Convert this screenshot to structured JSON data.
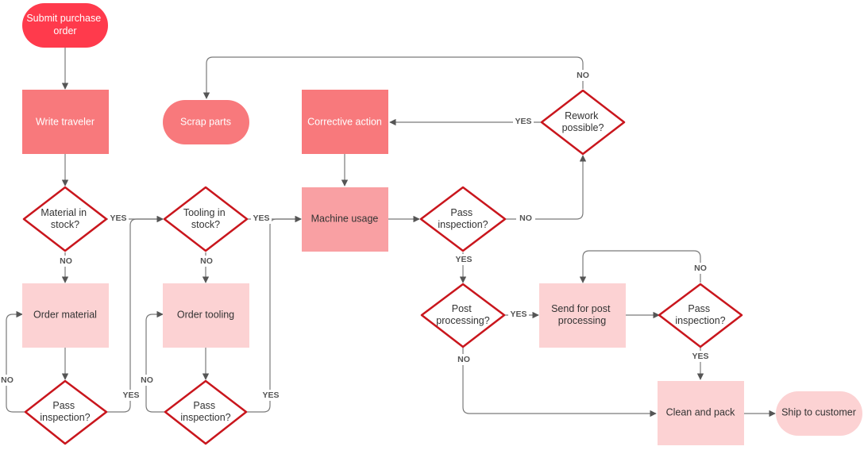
{
  "colors": {
    "terminal_start": "#ff3a4c",
    "process_dark": "#f8797c",
    "process_mid": "#f9a0a3",
    "process_light": "#fcd2d3",
    "decision_stroke": "#c9161d",
    "edge": "#7a7a7a"
  },
  "nodes": {
    "submit_po": [
      "Submit purchase",
      "order"
    ],
    "write_traveler": [
      "Write traveler"
    ],
    "material_in_stock": [
      "Material in",
      "stock?"
    ],
    "order_material": [
      "Order material"
    ],
    "pass_inspection_material": [
      "Pass",
      "inspection?"
    ],
    "scrap_parts": [
      "Scrap parts"
    ],
    "tooling_in_stock": [
      "Tooling in",
      "stock?"
    ],
    "order_tooling": [
      "Order tooling"
    ],
    "pass_inspection_tooling": [
      "Pass",
      "inspection?"
    ],
    "corrective_action": [
      "Corrective action"
    ],
    "machine_usage": [
      "Machine usage"
    ],
    "pass_inspection_machine": [
      "Pass",
      "inspection?"
    ],
    "rework_possible": [
      "Rework",
      "possible?"
    ],
    "post_processing": [
      "Post",
      "processing?"
    ],
    "send_post_processing": [
      "Send for post",
      "processing"
    ],
    "pass_inspection_post": [
      "Pass",
      "inspection?"
    ],
    "clean_and_pack": [
      "Clean and pack"
    ],
    "ship_to_customer": [
      "Ship to customer"
    ]
  },
  "edge_labels": {
    "yes": "YES",
    "no": "NO"
  }
}
